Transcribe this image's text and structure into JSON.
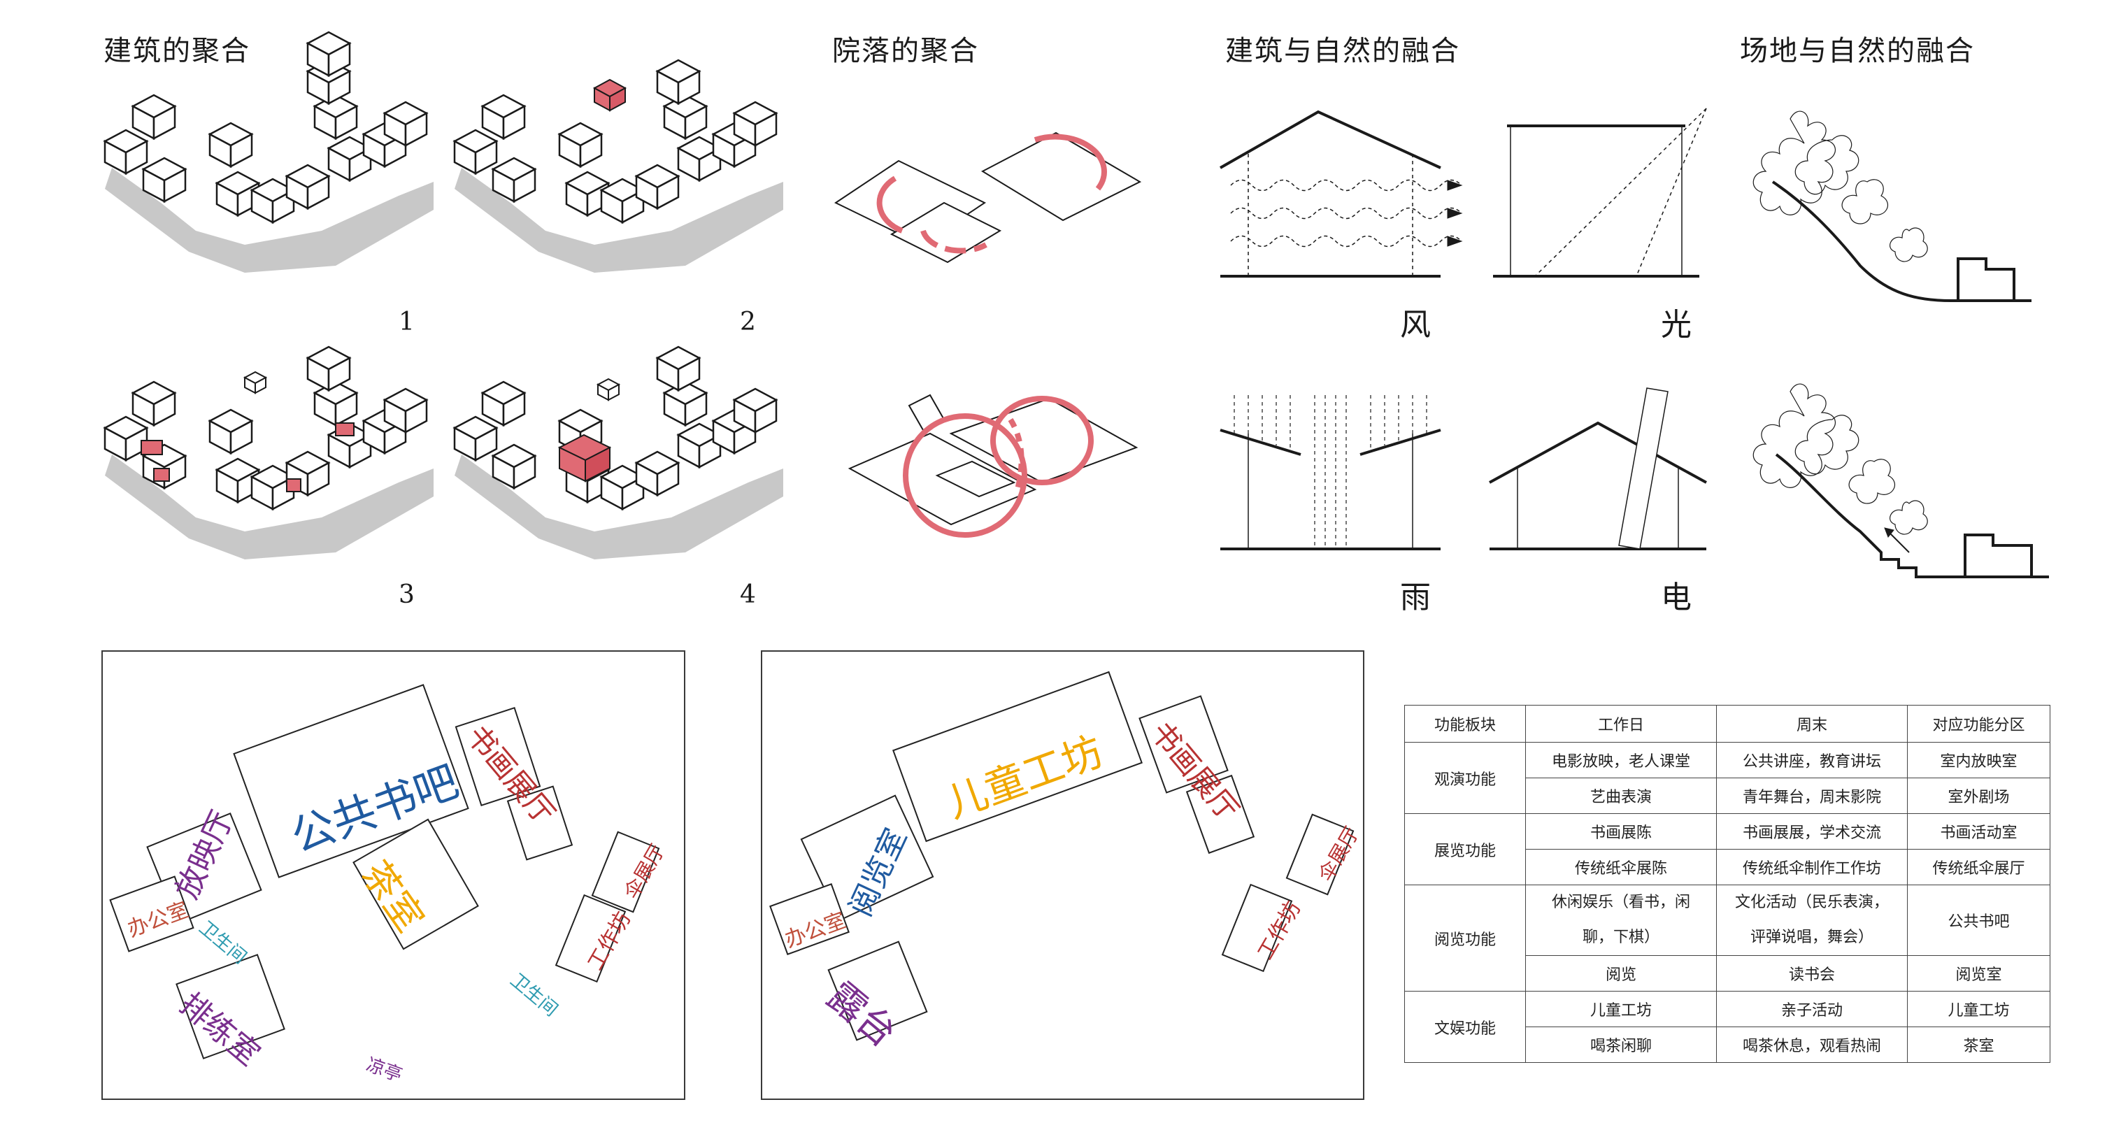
{
  "section_titles": {
    "building_aggregation": "建筑的聚合",
    "courtyard_aggregation": "院落的聚合",
    "building_nature": "建筑与自然的融合",
    "site_nature": "场地与自然的融合"
  },
  "numbers": [
    "1",
    "2",
    "3",
    "4"
  ],
  "nature_labels": {
    "wind": "风",
    "light": "光",
    "rain": "雨",
    "electric": "电"
  },
  "colors": {
    "accent_red": "#e06a74",
    "line": "#1a1a1a",
    "blue": "#1f5aa0",
    "purple": "#7a2f8e",
    "orange": "#f0a800",
    "dark_red": "#b83232",
    "brown_red": "#c0503c",
    "teal": "#2e9bb0"
  },
  "plan1": {
    "rooms": {
      "public_bar": "公共书吧",
      "calligraphy_hall": "书画展厅",
      "tea_room": "茶室",
      "screening_hall": "放映厅",
      "office": "办公室",
      "toilet_a": "卫生间",
      "rehearsal": "排练室",
      "umbrella_hall": "伞展厅",
      "workshop": "工作坊",
      "toilet_b": "卫生间",
      "pavilion": "凉亭"
    }
  },
  "plan2": {
    "rooms": {
      "kids_workshop": "儿童工坊",
      "calligraphy_hall": "书画展厅",
      "reading_room": "阅览室",
      "office": "办公室",
      "terrace": "露台",
      "umbrella_hall": "伞展厅",
      "workshop": "工作坊"
    }
  },
  "table": {
    "headers": [
      "功能板块",
      "工作日",
      "周末",
      "对应功能分区"
    ],
    "groups": [
      {
        "name": "观演功能",
        "rows": [
          [
            "电影放映，老人课堂",
            "公共讲座，教育讲坛",
            "室内放映室"
          ],
          [
            "艺曲表演",
            "青年舞台，周末影院",
            "室外剧场"
          ]
        ]
      },
      {
        "name": "展览功能",
        "rows": [
          [
            "书画展陈",
            "书画展展，学术交流",
            "书画活动室"
          ],
          [
            "传统纸伞展陈",
            "传统纸伞制作工作坊",
            "传统纸伞展厅"
          ]
        ]
      },
      {
        "name": "阅览功能",
        "rows": [
          [
            "休闲娱乐（看书，闲聊，下棋）",
            "文化活动（民乐表演，评弹说唱，舞会）",
            "公共书吧"
          ],
          [
            "阅览",
            "读书会",
            "阅览室"
          ]
        ]
      },
      {
        "name": "文娱功能",
        "rows": [
          [
            "儿童工坊",
            "亲子活动",
            "儿童工坊"
          ],
          [
            "喝茶闲聊",
            "喝茶休息，观看热闹",
            "茶室"
          ]
        ]
      }
    ]
  }
}
